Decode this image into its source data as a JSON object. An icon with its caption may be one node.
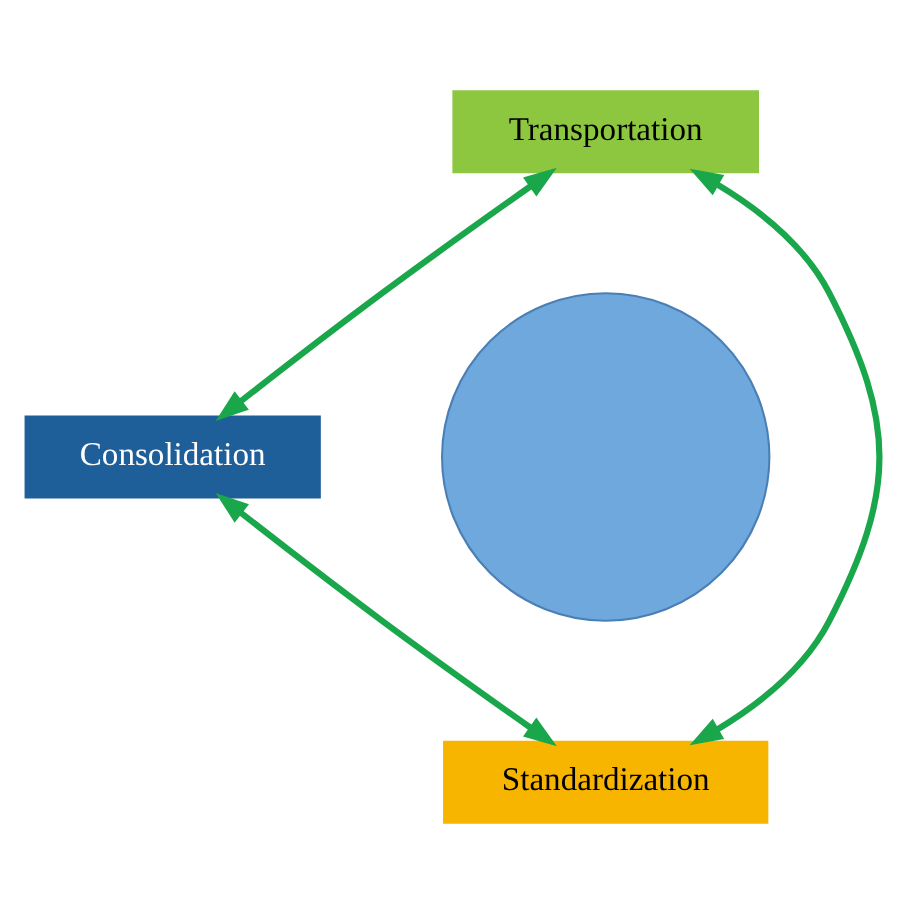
{
  "diagram": {
    "nodes": [
      {
        "text": [
          "Transportation"
        ]
      },
      {
        "text": [
          "Consolidation"
        ]
      },
      {
        "text": [],
        "shape": "circle"
      },
      {
        "text": [
          "Standardization"
        ]
      }
    ],
    "edges": [
      {
        "from": 0,
        "to": 1,
        "arrow": "both"
      },
      {
        "from": 1,
        "to": 3,
        "arrow": "both"
      },
      {
        "from": 3,
        "to": 0,
        "arrow": "both"
      }
    ]
  }
}
